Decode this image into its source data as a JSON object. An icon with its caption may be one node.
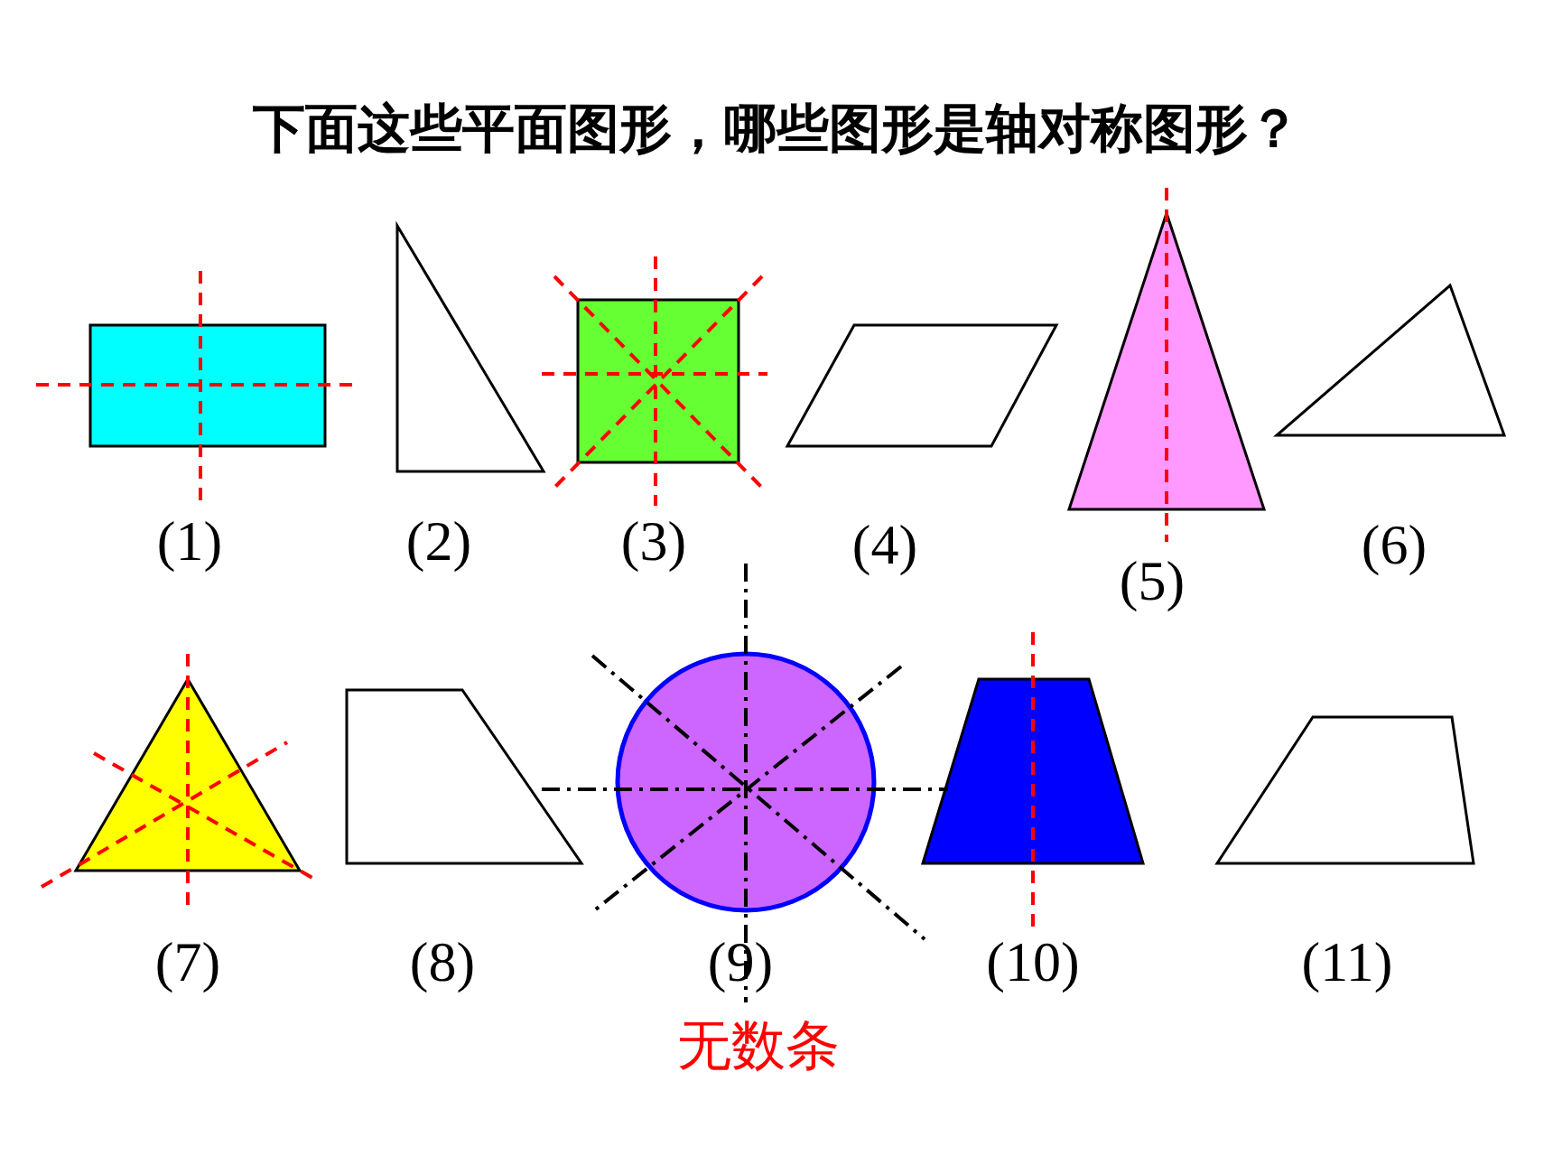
{
  "diagram": {
    "title": "下面这些平面图形，哪些图形是轴对称图形？",
    "nodes": [
      {
        "text": [],
        "shape": "box",
        "beside": [
          "(1)"
        ]
      },
      {
        "text": [],
        "shape": "triangle",
        "beside": [
          "(2)"
        ]
      },
      {
        "text": [],
        "shape": "box",
        "beside": [
          "(3)"
        ]
      },
      {
        "text": [],
        "shape": "parallelogram",
        "beside": [
          "(4)"
        ]
      },
      {
        "text": [],
        "shape": "triangle",
        "beside": [
          "(5)"
        ]
      },
      {
        "text": [],
        "shape": "triangle",
        "beside": [
          "(6)"
        ]
      },
      {
        "text": [],
        "shape": "triangle",
        "beside": [
          "(7)"
        ]
      },
      {
        "text": [],
        "shape": "trapezoid",
        "beside": [
          "(8)"
        ]
      },
      {
        "text": [],
        "shape": "circle",
        "beside": [
          "(9)",
          "无数条"
        ]
      },
      {
        "text": [],
        "shape": "trapezoid",
        "beside": [
          "(10)"
        ]
      },
      {
        "text": [],
        "shape": "trapezoid",
        "beside": [
          "(11)"
        ]
      }
    ]
  }
}
